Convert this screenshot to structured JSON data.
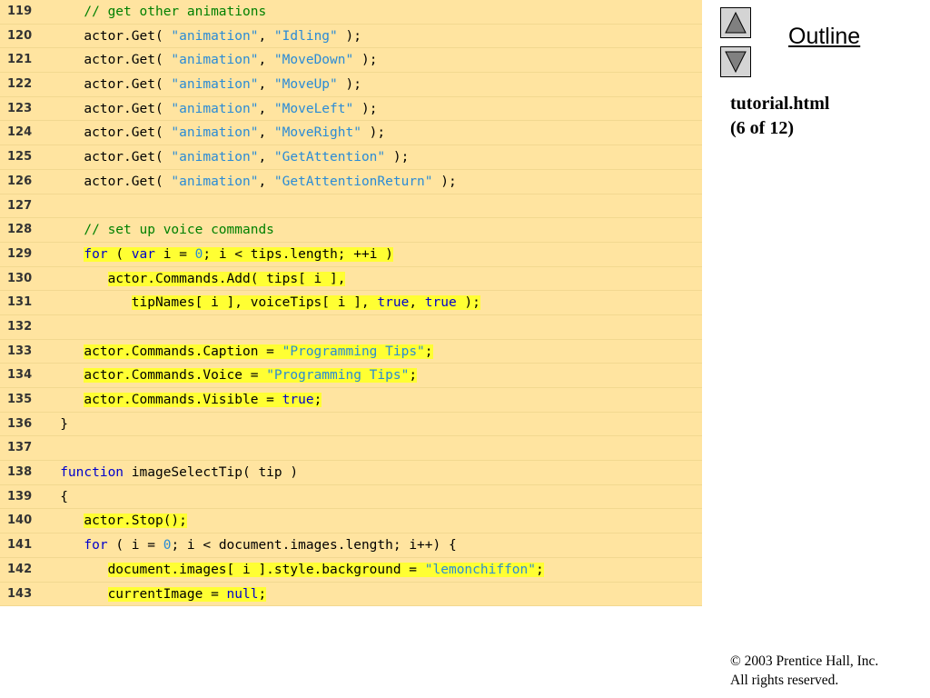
{
  "code": {
    "lines": [
      {
        "num": "119",
        "indent": "      ",
        "segments": [
          {
            "t": "// get other animations",
            "c": "cmt"
          }
        ]
      },
      {
        "num": "120",
        "indent": "      ",
        "segments": [
          {
            "t": "actor.Get( "
          },
          {
            "t": "\"animation\"",
            "c": "str"
          },
          {
            "t": ", "
          },
          {
            "t": "\"Idling\"",
            "c": "str"
          },
          {
            "t": " );"
          }
        ]
      },
      {
        "num": "121",
        "indent": "      ",
        "segments": [
          {
            "t": "actor.Get( "
          },
          {
            "t": "\"animation\"",
            "c": "str"
          },
          {
            "t": ", "
          },
          {
            "t": "\"MoveDown\"",
            "c": "str"
          },
          {
            "t": " );"
          }
        ]
      },
      {
        "num": "122",
        "indent": "      ",
        "segments": [
          {
            "t": "actor.Get( "
          },
          {
            "t": "\"animation\"",
            "c": "str"
          },
          {
            "t": ", "
          },
          {
            "t": "\"MoveUp\"",
            "c": "str"
          },
          {
            "t": " );"
          }
        ]
      },
      {
        "num": "123",
        "indent": "      ",
        "segments": [
          {
            "t": "actor.Get( "
          },
          {
            "t": "\"animation\"",
            "c": "str"
          },
          {
            "t": ", "
          },
          {
            "t": "\"MoveLeft\"",
            "c": "str"
          },
          {
            "t": " );"
          }
        ]
      },
      {
        "num": "124",
        "indent": "      ",
        "segments": [
          {
            "t": "actor.Get( "
          },
          {
            "t": "\"animation\"",
            "c": "str"
          },
          {
            "t": ", "
          },
          {
            "t": "\"MoveRight\"",
            "c": "str"
          },
          {
            "t": " );"
          }
        ]
      },
      {
        "num": "125",
        "indent": "      ",
        "segments": [
          {
            "t": "actor.Get( "
          },
          {
            "t": "\"animation\"",
            "c": "str"
          },
          {
            "t": ", "
          },
          {
            "t": "\"GetAttention\"",
            "c": "str"
          },
          {
            "t": " );"
          }
        ]
      },
      {
        "num": "126",
        "indent": "      ",
        "segments": [
          {
            "t": "actor.Get( "
          },
          {
            "t": "\"animation\"",
            "c": "str"
          },
          {
            "t": ", "
          },
          {
            "t": "\"GetAttentionReturn\"",
            "c": "str"
          },
          {
            "t": " );"
          }
        ]
      },
      {
        "num": "127",
        "indent": "",
        "segments": []
      },
      {
        "num": "128",
        "indent": "      ",
        "segments": [
          {
            "t": "// set up voice commands",
            "c": "cmt"
          }
        ]
      },
      {
        "num": "129",
        "indent": "      ",
        "hl": true,
        "segments": [
          {
            "t": "for",
            "c": "kw"
          },
          {
            "t": " ( "
          },
          {
            "t": "var",
            "c": "kw"
          },
          {
            "t": " i = "
          },
          {
            "t": "0",
            "c": "num"
          },
          {
            "t": "; i < tips.length; ++i )"
          }
        ]
      },
      {
        "num": "130",
        "indent": "         ",
        "hl": true,
        "segments": [
          {
            "t": "actor.Commands.Add( tips[ i ],"
          }
        ]
      },
      {
        "num": "131",
        "indent": "            ",
        "hl": true,
        "segments": [
          {
            "t": "tipNames[ i ], voiceTips[ i ], "
          },
          {
            "t": "true",
            "c": "kw"
          },
          {
            "t": ", "
          },
          {
            "t": "true",
            "c": "kw"
          },
          {
            "t": " );"
          }
        ]
      },
      {
        "num": "132",
        "indent": "",
        "segments": []
      },
      {
        "num": "133",
        "indent": "      ",
        "hl": true,
        "segments": [
          {
            "t": "actor.Commands.Caption = "
          },
          {
            "t": "\"Programming Tips\"",
            "c": "str"
          },
          {
            "t": ";"
          }
        ]
      },
      {
        "num": "134",
        "indent": "      ",
        "hl": true,
        "segments": [
          {
            "t": "actor.Commands.Voice = "
          },
          {
            "t": "\"Programming Tips\"",
            "c": "str"
          },
          {
            "t": ";"
          }
        ]
      },
      {
        "num": "135",
        "indent": "      ",
        "hl": true,
        "segments": [
          {
            "t": "actor.Commands.Visible = "
          },
          {
            "t": "true",
            "c": "kw"
          },
          {
            "t": ";"
          }
        ]
      },
      {
        "num": "136",
        "indent": "   ",
        "segments": [
          {
            "t": "}"
          }
        ]
      },
      {
        "num": "137",
        "indent": "",
        "segments": []
      },
      {
        "num": "138",
        "indent": "   ",
        "segments": [
          {
            "t": "function",
            "c": "kw"
          },
          {
            "t": " imageSelectTip( tip )"
          }
        ]
      },
      {
        "num": "139",
        "indent": "   ",
        "segments": [
          {
            "t": "{"
          }
        ]
      },
      {
        "num": "140",
        "indent": "      ",
        "hl": true,
        "segments": [
          {
            "t": "actor.Stop();"
          }
        ]
      },
      {
        "num": "141",
        "indent": "      ",
        "segments": [
          {
            "t": "for",
            "c": "kw"
          },
          {
            "t": " ( i = "
          },
          {
            "t": "0",
            "c": "num"
          },
          {
            "t": "; i < document.images.length; i++) {"
          }
        ]
      },
      {
        "num": "142",
        "indent": "         ",
        "hl": true,
        "segments": [
          {
            "t": "document.images[ i ].style.background = "
          },
          {
            "t": "\"lemonchiffon\"",
            "c": "str"
          },
          {
            "t": ";"
          }
        ]
      },
      {
        "num": "143",
        "indent": "         ",
        "hl": true,
        "segments": [
          {
            "t": "currentImage = "
          },
          {
            "t": "null",
            "c": "kw"
          },
          {
            "t": ";"
          }
        ]
      }
    ]
  },
  "sidebar": {
    "outline_label": "Outline",
    "file_name": "tutorial.html",
    "page_info": "(6 of 12)",
    "up_icon": "triangle-up-icon",
    "down_icon": "triangle-down-icon"
  },
  "footer": {
    "copyright": "© 2003 Prentice Hall, Inc.",
    "rights": "All rights reserved."
  },
  "colors": {
    "panel": "#ffe4a0",
    "highlight": "#ffff33",
    "keyword": "#0000cc",
    "string": "#2a8bd6",
    "comment": "#008000"
  }
}
